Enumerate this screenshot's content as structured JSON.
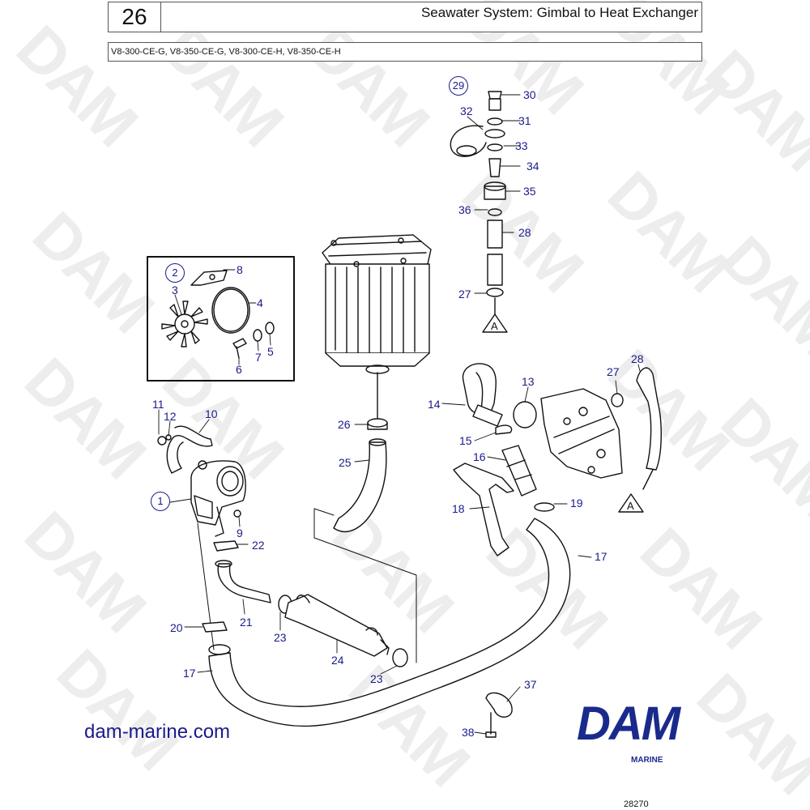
{
  "header": {
    "page_number": "26",
    "title": "Seawater System: Gimbal to Heat Exchanger",
    "models": "V8-300-CE-G, V8-350-CE-G, V8-300-CE-H, V8-350-CE-H"
  },
  "watermark": "DAM",
  "callouts": {
    "c1": "1",
    "c2": "2",
    "c3": "3",
    "c4": "4",
    "c5": "5",
    "c6": "6",
    "c7": "7",
    "c8": "8",
    "c9": "9",
    "c10": "10",
    "c11": "11",
    "c12": "12",
    "c13": "13",
    "c14": "14",
    "c15": "15",
    "c16": "16",
    "c17a": "17",
    "c17b": "17",
    "c18": "18",
    "c19": "19",
    "c20": "20",
    "c21": "21",
    "c22": "22",
    "c23a": "23",
    "c23b": "23",
    "c24": "24",
    "c25": "25",
    "c26": "26",
    "c27a": "27",
    "c27b": "27",
    "c28a": "28",
    "c28b": "28",
    "c29": "29",
    "c30": "30",
    "c31": "31",
    "c32": "32",
    "c33": "33",
    "c34": "34",
    "c35": "35",
    "c36": "36",
    "c37": "37",
    "c38": "38"
  },
  "connector_label": "A",
  "website": "dam-marine.com",
  "logo": {
    "text": "DAM",
    "sub": "MARINE"
  },
  "figure_id": "28270",
  "colors": {
    "callout": "#1a1a8c",
    "logo": "#1a2a8c",
    "line": "#111111",
    "watermark": "#ededed"
  }
}
